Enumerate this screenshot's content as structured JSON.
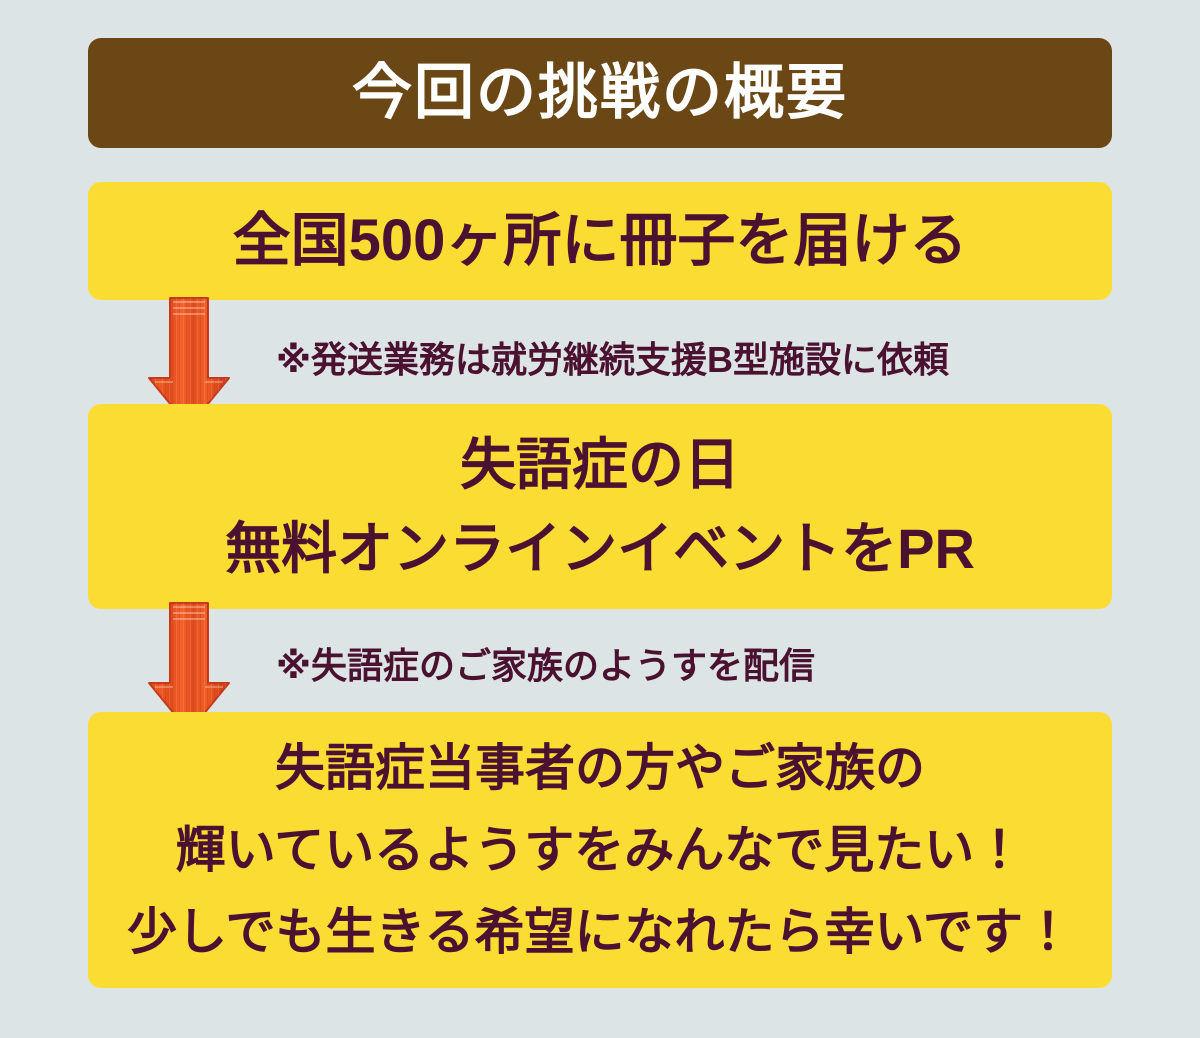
{
  "page": {
    "background_color": "#dce4e5",
    "language": "ja"
  },
  "header": {
    "title": "今回の挑戦の概要",
    "background_color": "#6b4716",
    "text_color": "#ffffff"
  },
  "theme": {
    "box_color": "#fbdc33",
    "box_text_color": "#4a1230",
    "arrow_color": "#e8501e",
    "arrow_color_dark": "#c6391a"
  },
  "steps": [
    {
      "id": "step-1",
      "lines": [
        "全国500ヶ所に冊子を届ける"
      ]
    },
    {
      "id": "step-2",
      "lines": [
        "失語症の日",
        "無料オンラインイベントをPR"
      ]
    },
    {
      "id": "step-3",
      "lines": [
        "失語症当事者の方やご家族の",
        "輝いているようすをみんなで見たい！",
        "少しでも生きる希望になれたら幸いです！"
      ]
    }
  ],
  "notes": [
    {
      "id": "note-1",
      "text": "※発送業務は就労継続支援B型施設に依頼"
    },
    {
      "id": "note-2",
      "text": "※失語症のご家族のようすを配信"
    }
  ],
  "arrows": [
    {
      "id": "arrow-1",
      "direction": "down"
    },
    {
      "id": "arrow-2",
      "direction": "down"
    }
  ]
}
